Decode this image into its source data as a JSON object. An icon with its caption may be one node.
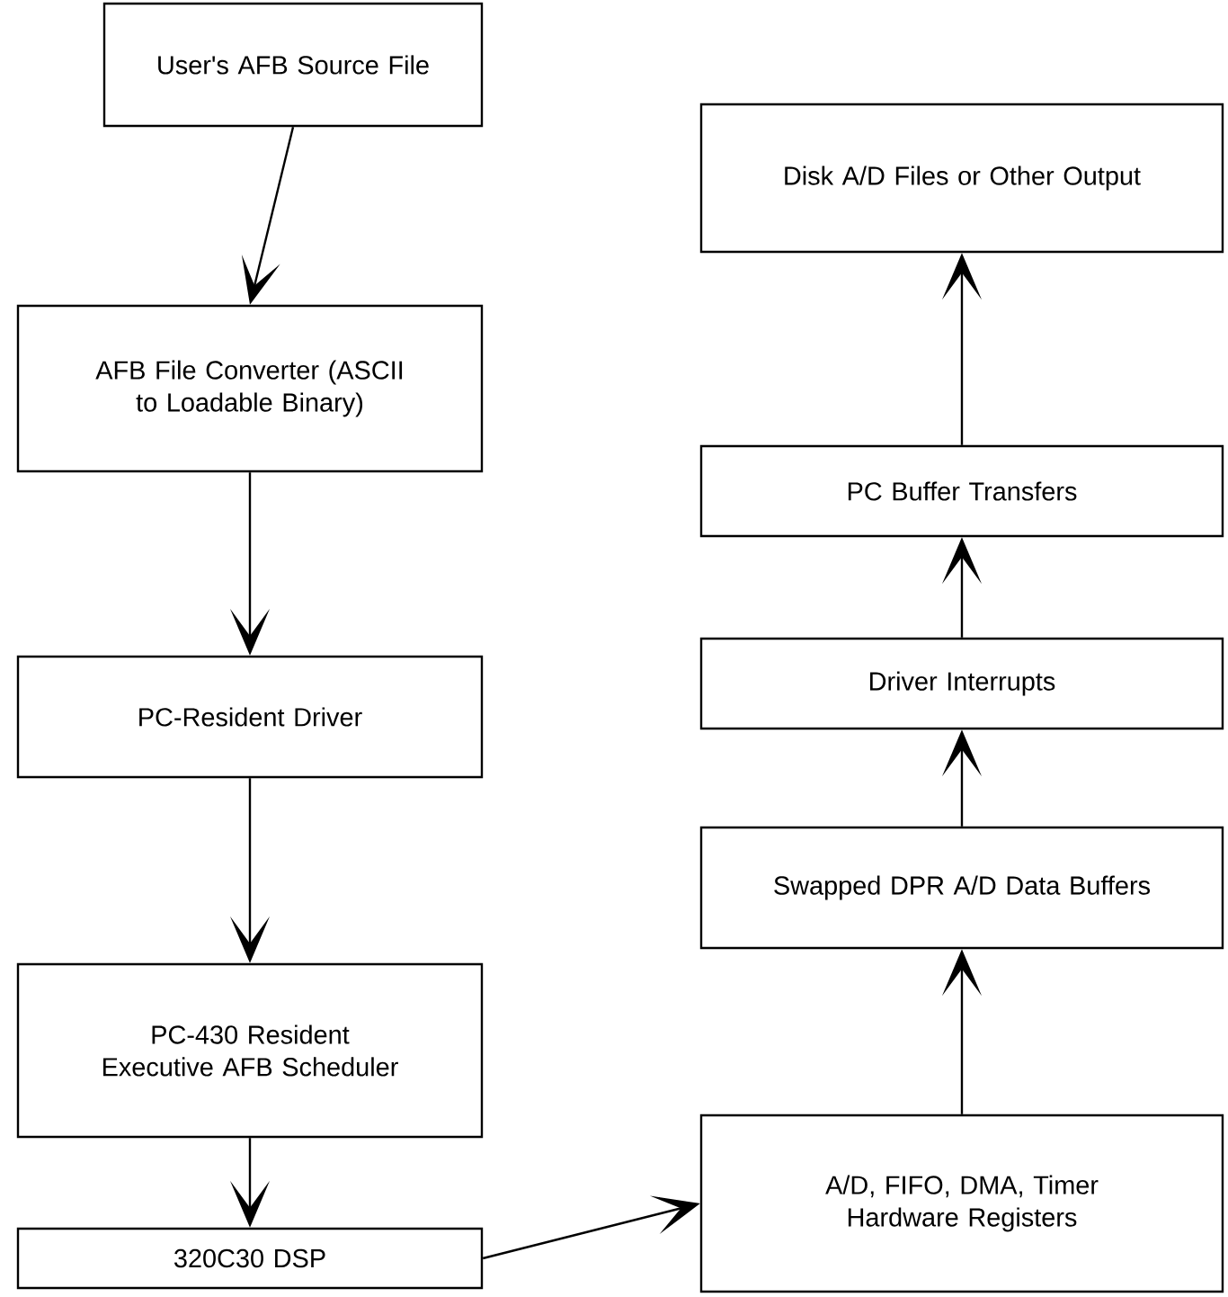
{
  "diagram": {
    "nodes": [
      {
        "text": [
          "User's AFB Source File"
        ]
      },
      {
        "text": [
          "AFB File Converter (ASCII to Loadable Binary)"
        ]
      },
      {
        "text": [
          "PC-Resident Driver"
        ]
      },
      {
        "text": [
          "PC-430 Resident Executive AFB Scheduler"
        ]
      },
      {
        "text": [
          "320C30 DSP"
        ]
      },
      {
        "text": [
          "A/D, FIFO, DMA, Timer Hardware Registers"
        ]
      },
      {
        "text": [
          "Swapped DPR A/D Data Buffers"
        ]
      },
      {
        "text": [
          "Driver Interrupts"
        ]
      },
      {
        "text": [
          "PC Buffer Transfers"
        ]
      },
      {
        "text": [
          "Disk A/D Files or Other Output"
        ]
      }
    ],
    "edges": [
      {
        "from": 0,
        "to": 1,
        "arrow": "to"
      },
      {
        "from": 1,
        "to": 2,
        "arrow": "to"
      },
      {
        "from": 2,
        "to": 3,
        "arrow": "to"
      },
      {
        "from": 3,
        "to": 4,
        "arrow": "to"
      },
      {
        "from": 4,
        "to": 5,
        "arrow": "to"
      },
      {
        "from": 5,
        "to": 6,
        "arrow": "to"
      },
      {
        "from": 6,
        "to": 7,
        "arrow": "to"
      },
      {
        "from": 7,
        "to": 8,
        "arrow": "to"
      },
      {
        "from": 8,
        "to": 9,
        "arrow": "to"
      }
    ]
  }
}
